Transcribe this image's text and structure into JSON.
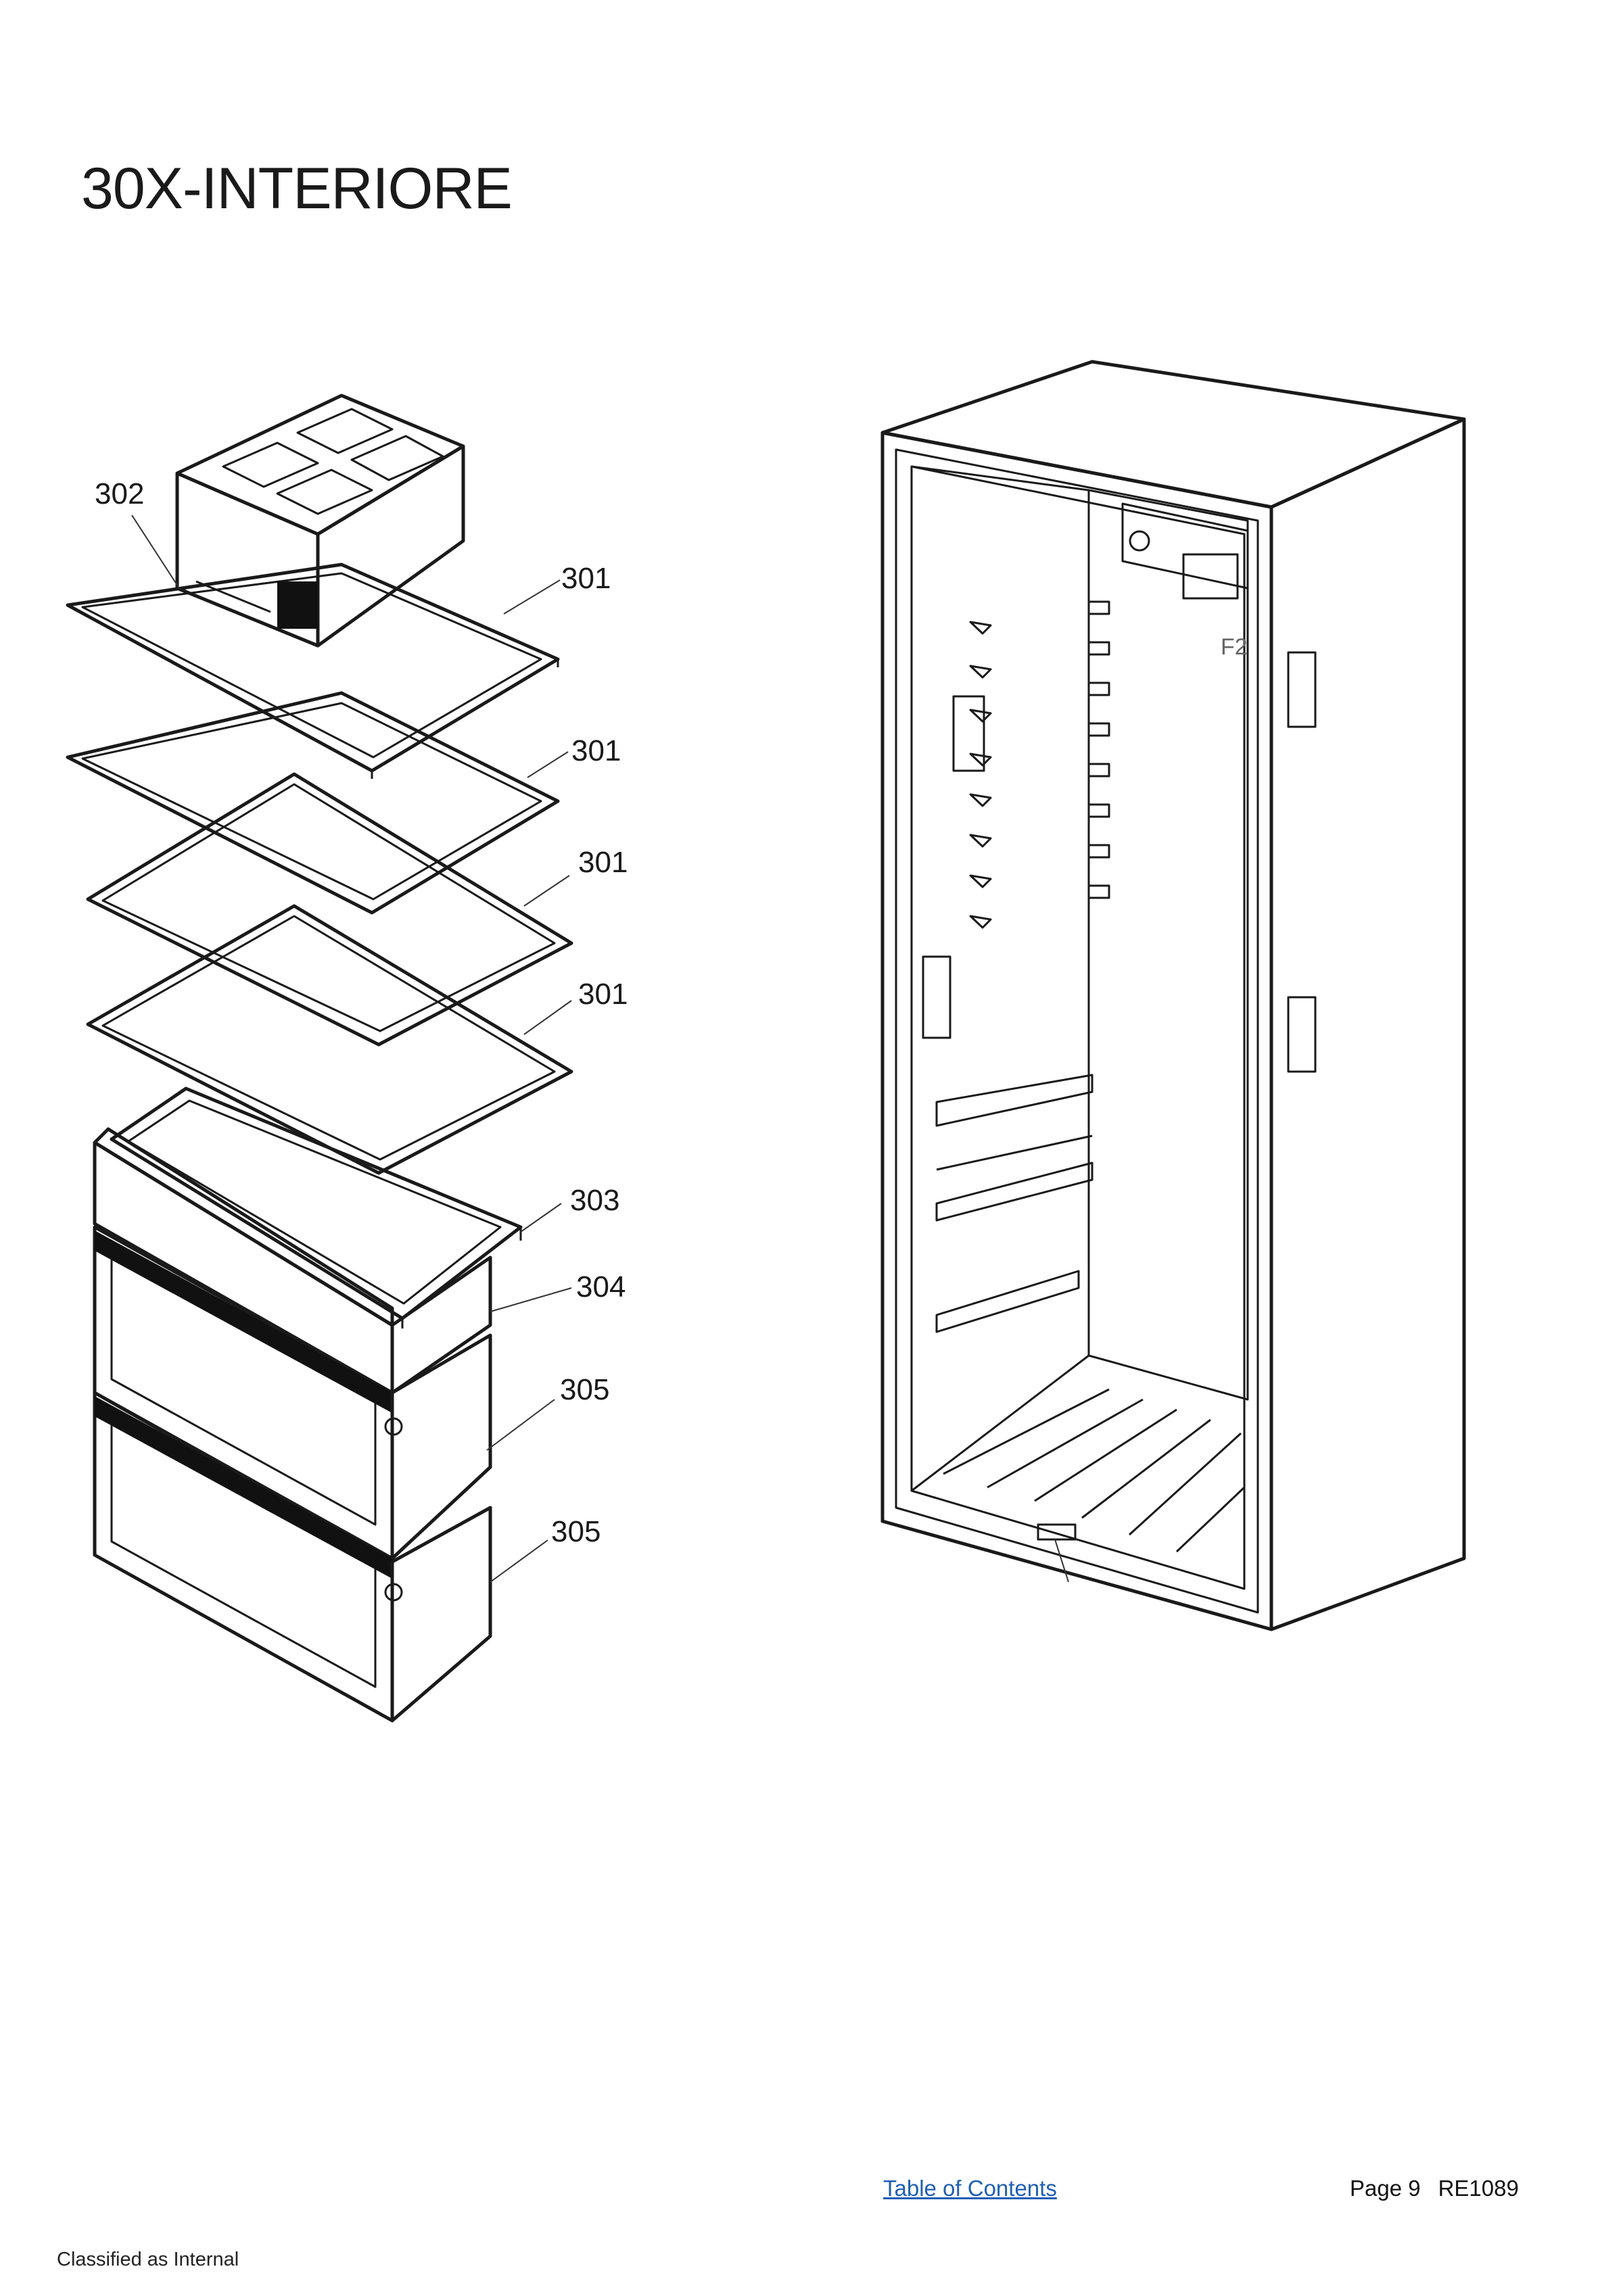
{
  "header": {
    "title": "30X-INTERIORE"
  },
  "callouts": {
    "c302": "302",
    "c301a": "301",
    "c301b": "301",
    "c301c": "301",
    "c301d": "301",
    "c303": "303",
    "c304": "304",
    "c305a": "305",
    "c305b": "305",
    "f2": "F2"
  },
  "footer": {
    "toc_link": "Table of Contents",
    "page": "Page 9",
    "doc_code": "RE1089",
    "classification": "Classified as Internal"
  }
}
